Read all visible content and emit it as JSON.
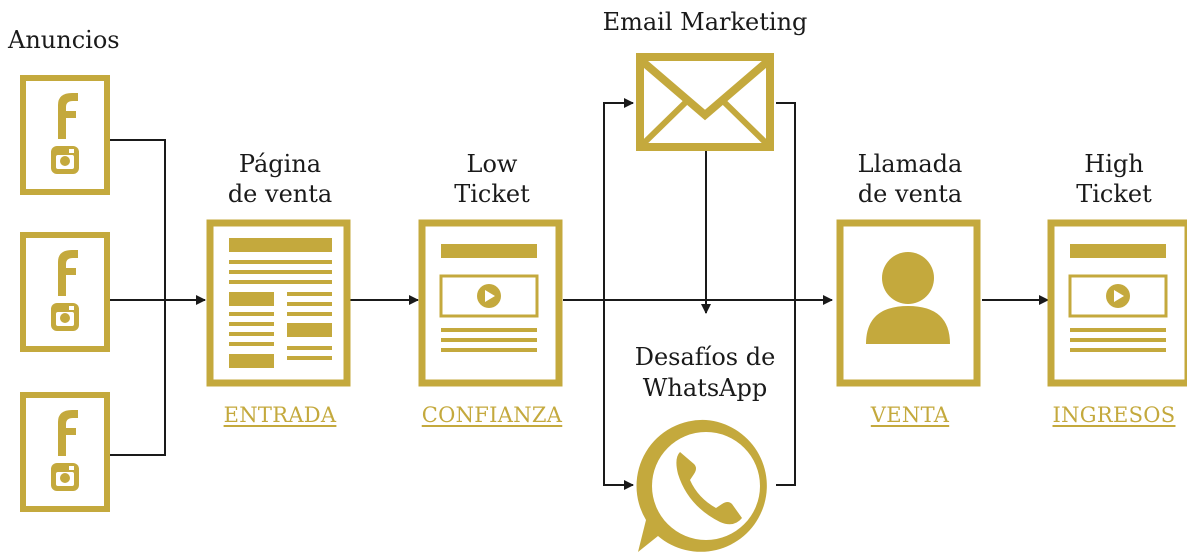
{
  "colors": {
    "gold": "#c4a93d",
    "line": "#1a1a1a",
    "background": "#ffffff"
  },
  "ads": {
    "label": "Anuncios",
    "items": [
      {
        "icons": [
          "facebook-icon",
          "instagram-icon"
        ]
      },
      {
        "icons": [
          "facebook-icon",
          "instagram-icon"
        ]
      },
      {
        "icons": [
          "facebook-icon",
          "instagram-icon"
        ]
      }
    ]
  },
  "steps": {
    "sales_page": {
      "title_line1": "Página",
      "title_line2": "de venta",
      "link": "ENTRADA",
      "icon": "sales-page-icon"
    },
    "low_ticket": {
      "title_line1": "Low",
      "title_line2": "Ticket",
      "link": "CONFIANZA",
      "icon": "video-page-icon"
    },
    "email": {
      "title": "Email Marketing",
      "icon": "envelope-icon"
    },
    "whatsapp": {
      "title_line1": "Desafíos de",
      "title_line2": "WhatsApp",
      "icon": "whatsapp-icon"
    },
    "sales_call": {
      "title_line1": "Llamada",
      "title_line2": "de venta",
      "link": "VENTA",
      "icon": "person-icon"
    },
    "high_ticket": {
      "title_line1": "High",
      "title_line2": "Ticket",
      "link": "INGRESOS",
      "icon": "video-page-icon"
    }
  }
}
